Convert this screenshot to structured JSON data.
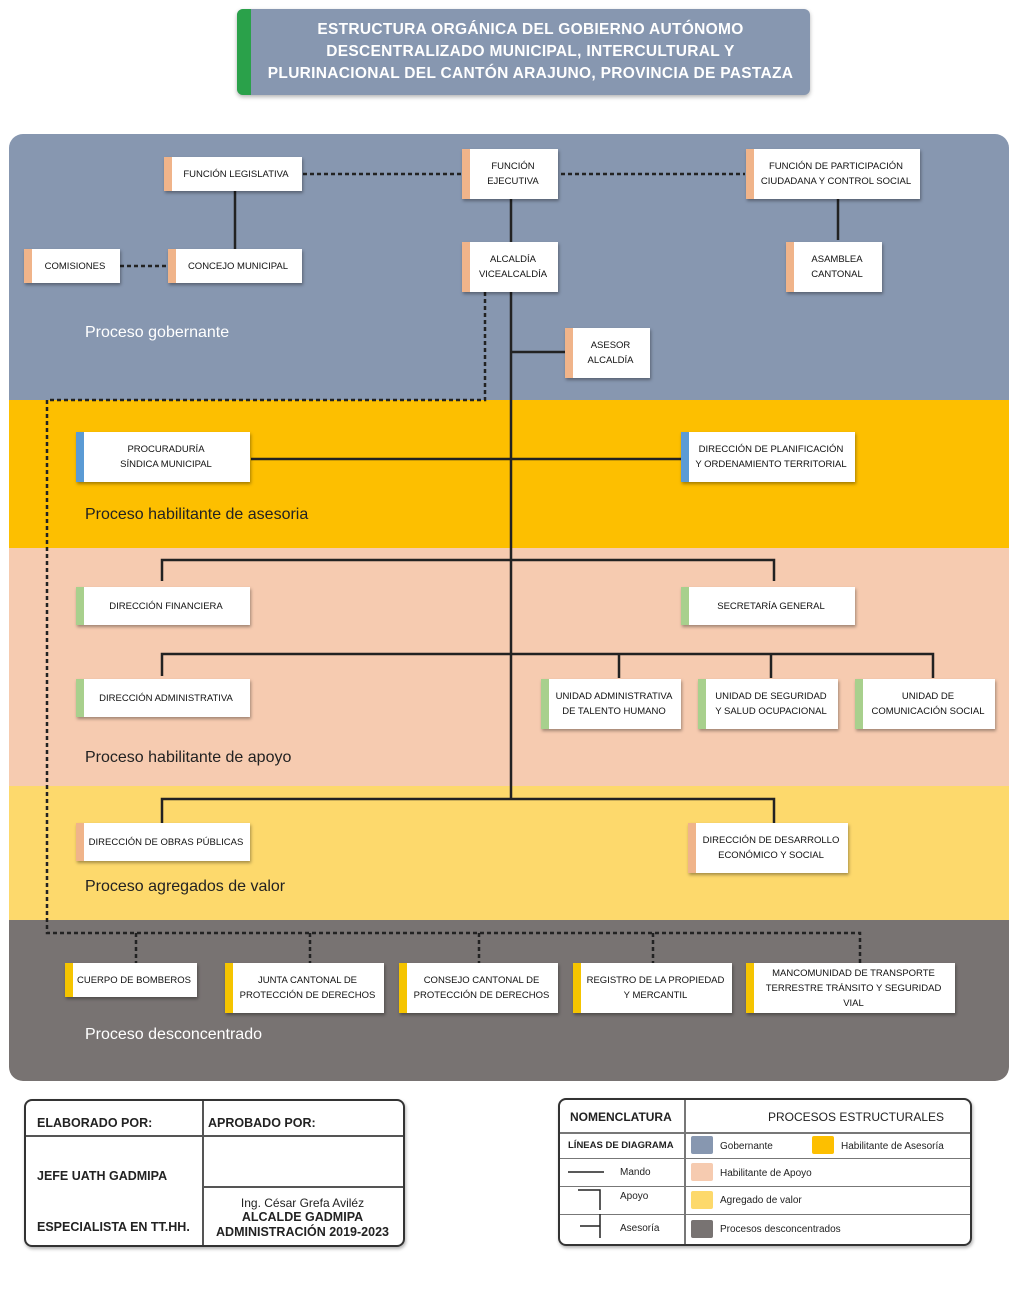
{
  "title": {
    "line1": "ESTRUCTURA ORGÁNICA DEL GOBIERNO AUTÓNOMO",
    "line2": "DESCENTRALIZADO MUNICIPAL, INTERCULTURAL Y",
    "line3": "PLURINACIONAL DEL CANTÓN ARAJUNO, PROVINCIA DE PASTAZA"
  },
  "colors": {
    "gobernante": "#8797b0",
    "asesoria": "#fdbf00",
    "apoyo": "#f6cbb0",
    "valor": "#fdd96c",
    "desconcentrado": "#787372"
  },
  "bands": {
    "gobernante": "Proceso gobernante",
    "asesoria": "Proceso habilitante de asesoria",
    "apoyo": "Proceso habilitante de apoyo",
    "valor": "Proceso agregados de valor",
    "desconcentrado": "Proceso desconcentrado"
  },
  "nodes": {
    "legislativa": "FUNCIÓN LEGISLATIVA",
    "ejecutiva_1": "FUNCIÓN",
    "ejecutiva_2": "EJECUTIVA",
    "participacion_1": "FUNCIÓN DE PARTICIPACIÓN",
    "participacion_2": "CIUDADANA Y CONTROL SOCIAL",
    "comisiones": "COMISIONES",
    "concejo": "CONCEJO MUNICIPAL",
    "alcaldia_1": "ALCALDÍA",
    "alcaldia_2": "VICEALCALDÍA",
    "asamblea_1": "ASAMBLEA",
    "asamblea_2": "CANTONAL",
    "asesor_1": "ASESOR",
    "asesor_2": "ALCALDÍA",
    "procuraduria_1": "PROCURADURÍA",
    "procuraduria_2": "SÍNDICA MUNICIPAL",
    "planificacion_1": "DIRECCIÓN DE PLANIFICACIÓN",
    "planificacion_2": "Y ORDENAMIENTO TERRITORIAL",
    "financiera": "DIRECCIÓN FINANCIERA",
    "secretaria": "SECRETARÍA GENERAL",
    "administrativa": "DIRECCIÓN ADMINISTRATIVA",
    "talento_1": "UNIDAD ADMINISTRATIVA",
    "talento_2": "DE TALENTO HUMANO",
    "seguridad_1": "UNIDAD DE SEGURIDAD",
    "seguridad_2": "Y SALUD OCUPACIONAL",
    "comunicacion_1": "UNIDAD DE",
    "comunicacion_2": "COMUNICACIÓN SOCIAL",
    "obras": "DIRECCIÓN DE OBRAS PÚBLICAS",
    "desarrollo_1": "DIRECCIÓN DE DESARROLLO",
    "desarrollo_2": "ECONÓMICO Y SOCIAL",
    "bomberos": "CUERPO DE BOMBEROS",
    "junta_1": "JUNTA CANTONAL DE",
    "junta_2": "PROTECCIÓN DE DERECHOS",
    "consejo_1": "CONSEJO CANTONAL DE",
    "consejo_2": "PROTECCIÓN DE DERECHOS",
    "registro_1": "REGISTRO DE LA PROPIEDAD",
    "registro_2": "Y MERCANTIL",
    "mancomunidad_1": "MANCOMUNIDAD DE TRANSPORTE",
    "mancomunidad_2": "TERRESTRE TRÁNSITO Y SEGURIDAD VIAL"
  },
  "signatures": {
    "elaborado_label": "ELABORADO POR:",
    "aprobado_label": "APROBADO POR:",
    "jefe": "JEFE UATH GADMIPA",
    "especialista": "ESPECIALISTA EN TT.HH.",
    "nombre": "Ing. César Grefa Aviléz",
    "cargo": "ALCALDE GADMIPA",
    "periodo": "ADMINISTRACIÓN 2019-2023"
  },
  "legend": {
    "nomenclatura": "NOMENCLATURA",
    "procesos": "PROCESOS ESTRUCTURALES",
    "lineas": "LÍNEAS DE DIAGRAMA",
    "mando": "Mando",
    "apoyo": "Apoyo",
    "asesoria": "Asesoría",
    "gobernante": "Gobernante",
    "habilitante_asesoria": "Habilitante de Asesoría",
    "habilitante_apoyo": "Habilitante de Apoyo",
    "agregado": "Agregado de valor",
    "desconcentrados": "Procesos desconcentrados"
  }
}
